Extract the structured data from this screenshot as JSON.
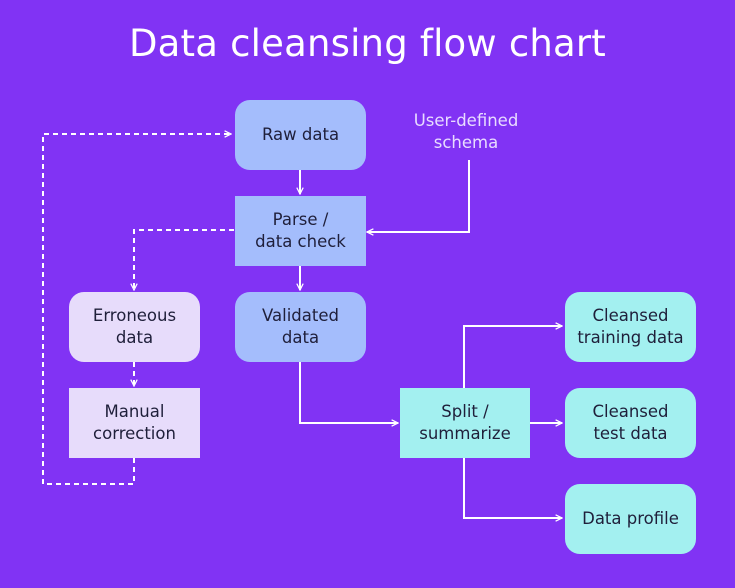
{
  "title": "Data cleansing flow chart",
  "nodes": {
    "raw_data": "Raw data",
    "parse_check": "Parse /\ndata check",
    "validated_data": "Validated\ndata",
    "erroneous_data": "Erroneous\ndata",
    "manual_correction": "Manual\ncorrection",
    "split_summarize": "Split /\nsummarize",
    "cleansed_training": "Cleansed\ntraining data",
    "cleansed_test": "Cleansed\ntest data",
    "data_profile": "Data profile"
  },
  "schema_label": "User-defined\nschema",
  "colors": {
    "background": "#8133f4",
    "blue_node": "#a4bdfc",
    "lavender_node": "#e7dcfb",
    "cyan_node": "#a3f0f0",
    "connector": "#ffffff"
  }
}
